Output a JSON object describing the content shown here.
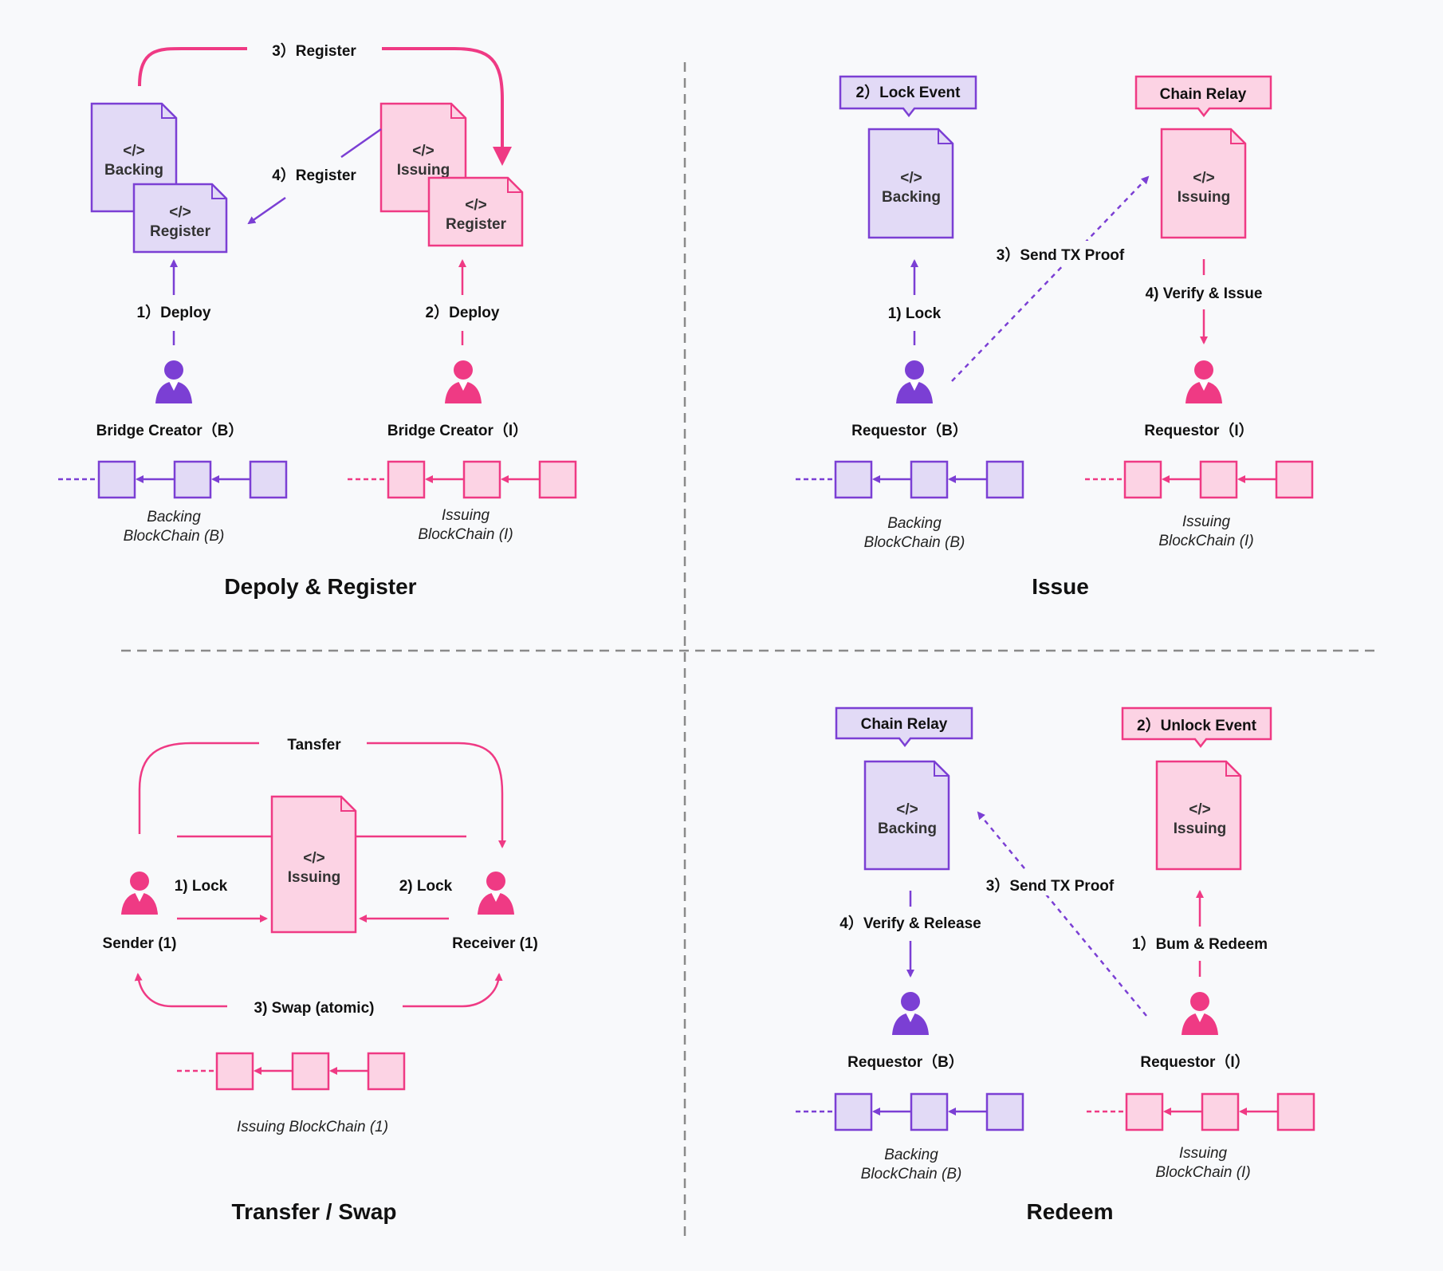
{
  "colors": {
    "purple": "#7b3fd4",
    "purple_fill": "#e2daf6",
    "pink": "#ef3a84",
    "pink_fill": "#fcd3e4",
    "divider": "#8a8a8a",
    "background": "#f8f9fb"
  },
  "code_glyph": "</>",
  "q1": {
    "title": "Depoly & Register",
    "register_3": "3）Register",
    "register_4": "4）Register",
    "deploy_1": "1）Deploy",
    "deploy_2": "2）Deploy",
    "backing": "Backing",
    "issuing": "Issuing",
    "register": "Register",
    "creator_b": "Bridge Creator（B）",
    "creator_i": "Bridge Creator（I）",
    "chain_b_1": "Backing",
    "chain_b_2": "BlockChain (B)",
    "chain_i_1": "Issuing",
    "chain_i_2": "BlockChain (I)"
  },
  "q2": {
    "title": "Issue",
    "callout_b": "2）Lock Event",
    "callout_i": "Chain Relay",
    "backing": "Backing",
    "issuing": "Issuing",
    "lock": "1) Lock",
    "send_proof": "3）Send TX Proof",
    "verify_issue": "4) Verify & Issue",
    "req_b": "Requestor（B）",
    "req_i": "Requestor（I）",
    "chain_b_1": "Backing",
    "chain_b_2": "BlockChain (B)",
    "chain_i_1": "Issuing",
    "chain_i_2": "BlockChain (I)"
  },
  "q3": {
    "title": "Transfer / Swap",
    "transfer": "Tansfer",
    "issuing": "Issuing",
    "lock_1": "1) Lock",
    "lock_2": "2) Lock",
    "sender": "Sender (1)",
    "receiver": "Receiver (1)",
    "swap": "3) Swap (atomic)",
    "chain": "Issuing BlockChain (1)"
  },
  "q4": {
    "title": "Redeem",
    "callout_b": "Chain Relay",
    "callout_i": "2）Unlock Event",
    "backing": "Backing",
    "issuing": "Issuing",
    "send_proof": "3）Send TX Proof",
    "verify_release": "4）Verify & Release",
    "burn_redeem": "1）Bum & Redeem",
    "req_b": "Requestor（B）",
    "req_i": "Requestor（I）",
    "chain_b_1": "Backing",
    "chain_b_2": "BlockChain (B)",
    "chain_i_1": "Issuing",
    "chain_i_2": "BlockChain (I)"
  }
}
